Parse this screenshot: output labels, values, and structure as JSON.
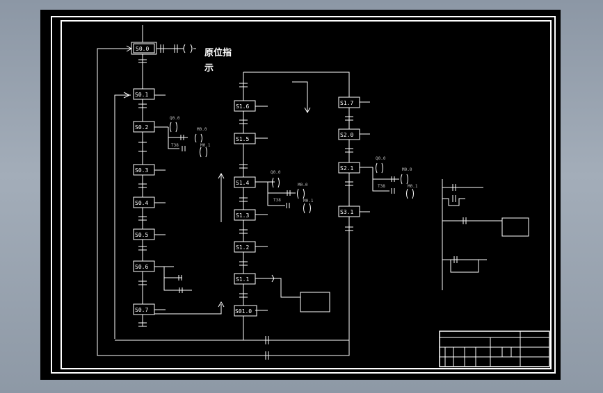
{
  "drawing": {
    "home_indicator_label": "原位指",
    "home_indicator_label_cont": "示",
    "background_color": "#000000",
    "line_color": "#ffffff",
    "outer_background": "#9aa4b1"
  },
  "states_left": [
    "S0.0",
    "S0.1",
    "S0.2",
    "S0.3",
    "S0.4",
    "S0.5",
    "S0.6",
    "S0.7"
  ],
  "states_middle": [
    "S1.6",
    "S1.5",
    "S1.4",
    "S1.3",
    "S1.2",
    "S1.1",
    "S01.0"
  ],
  "states_right": [
    "S1.7",
    "S2.0",
    "S2.1",
    "S3.1"
  ],
  "outputs": {
    "q00_a": "Q0.0",
    "m00_a": "M0.0",
    "m01_a": "M0.1",
    "t38_a": "T38",
    "q00_b": "Q0.0",
    "m00_b": "M0.0",
    "m01_b": "M0.1",
    "t38_b": "T38",
    "q00_c": "Q0.0",
    "m00_c": "M0.0",
    "m01_c": "M0.1",
    "t38_c": "T38"
  },
  "icons": [
    "output-coil",
    "nc-contact",
    "flow-arrow"
  ]
}
